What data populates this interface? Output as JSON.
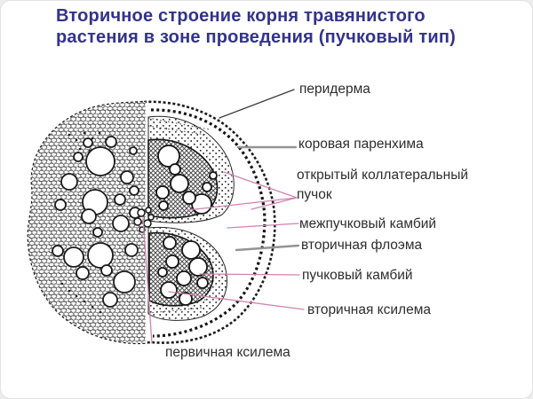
{
  "slide": {
    "title": "Вторичное строение корня травянистого растения в зоне проведения (пучковый тип)",
    "title_color": "#33338b",
    "background": "#ffffff"
  },
  "figure": {
    "labels": {
      "periderm": "перидерма",
      "cortex_parenchyma": "коровая паренхима",
      "open_collateral_bundle": "открытый коллатеральный пучок",
      "interfascicular_cambium": "межпучковый камбий",
      "secondary_phloem": "вторичная флоэма",
      "fascicular_cambium": "пучковый камбий",
      "secondary_xylem": "вторичная ксилема",
      "primary_xylem": "первичная ксилема"
    },
    "leader_colors": {
      "black": "#3a3a3a",
      "gray": "#949494",
      "pink": "#d183b1"
    }
  }
}
